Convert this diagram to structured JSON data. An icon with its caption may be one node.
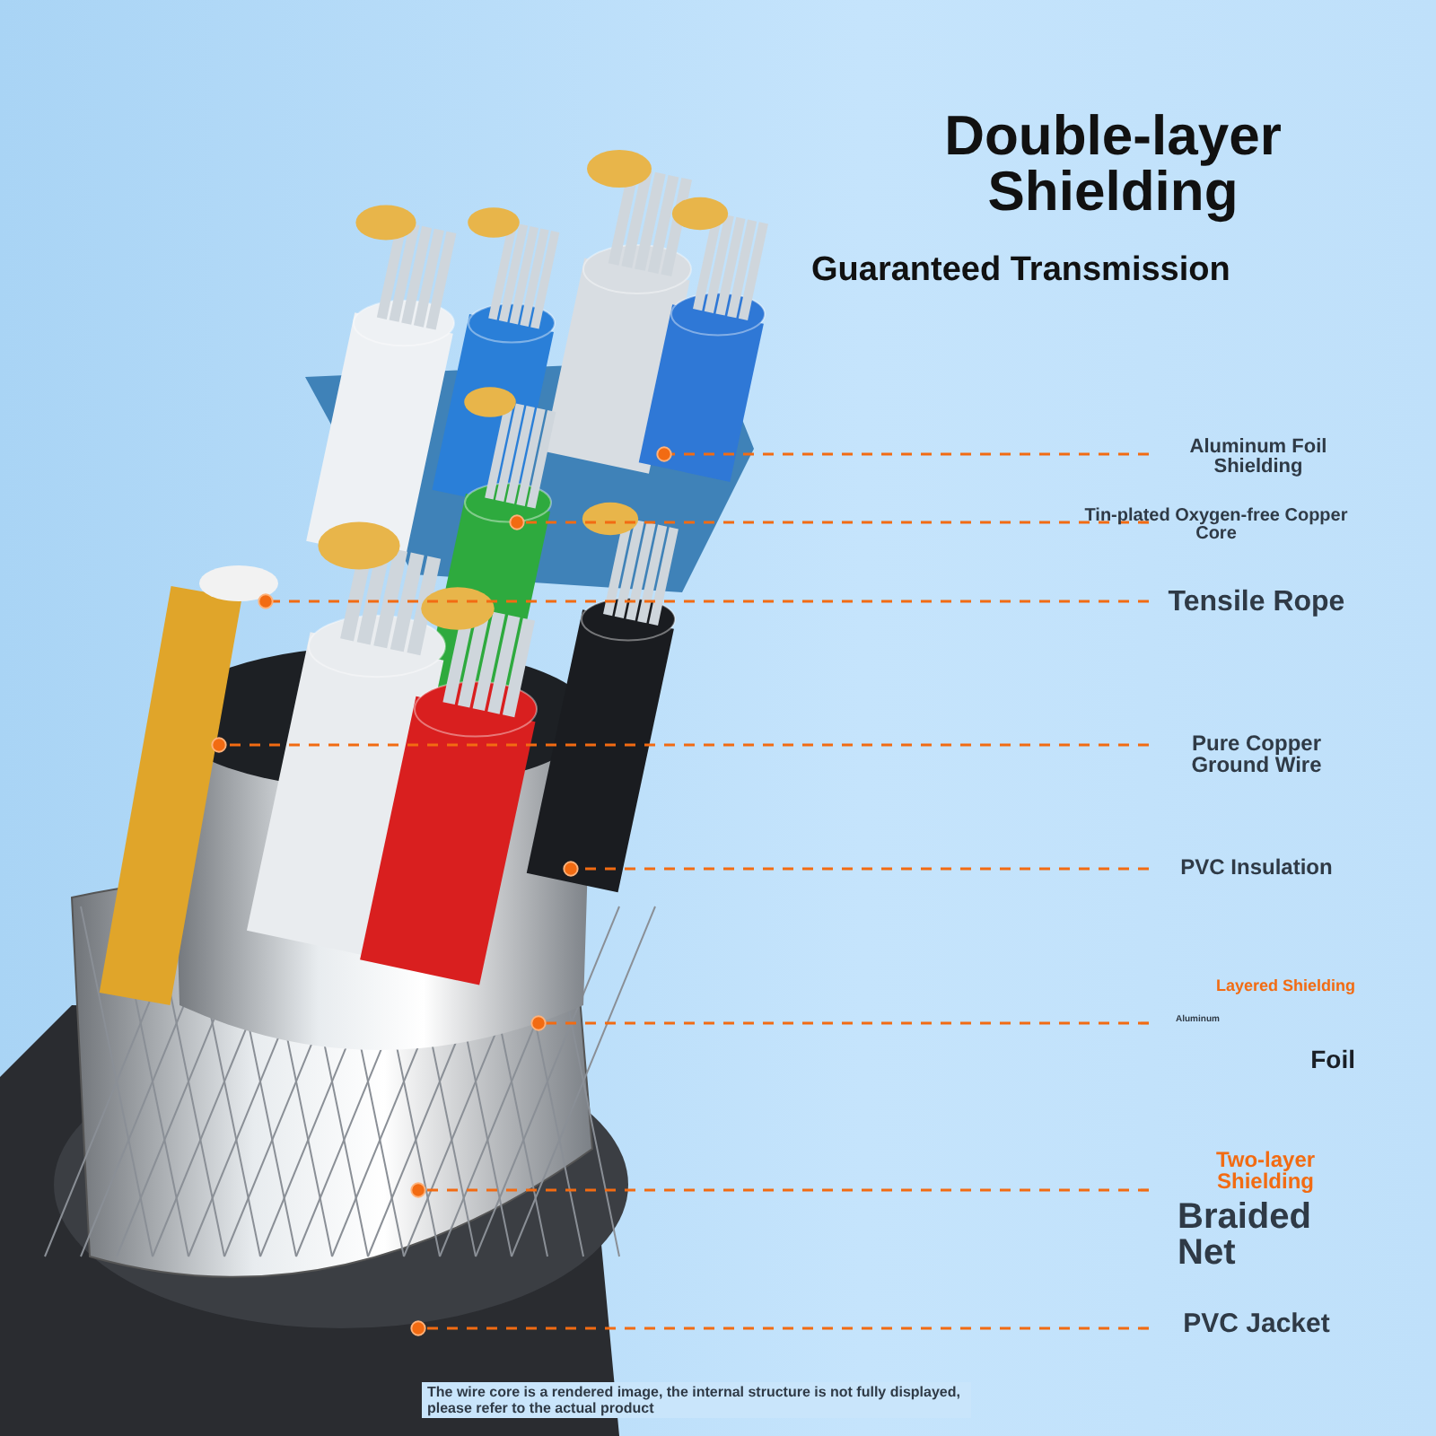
{
  "diagram": {
    "title": "Double-layer Shielding",
    "nodes": [
      {
        "text": [
          "Aluminum Foil Shielding"
        ]
      },
      {
        "text": [
          "Tin-plated Oxygen-free Copper Core"
        ]
      },
      {
        "text": [
          "Tensile Rope"
        ]
      },
      {
        "text": [
          "Pure Copper Ground Wire"
        ]
      },
      {
        "text": [
          "PVC Insulation"
        ]
      },
      {
        "text": [
          "Layered Shielding",
          "Aluminum",
          "Foil"
        ]
      },
      {
        "text": [
          "Two-layer Shielding",
          "Braided Net"
        ]
      },
      {
        "text": [
          "PVC Jacket"
        ]
      }
    ],
    "edges": [
      {
        "from": 0,
        "to": null,
        "arrow": "other"
      },
      {
        "from": 1,
        "to": null,
        "arrow": "other"
      },
      {
        "from": 2,
        "to": null,
        "arrow": "other"
      },
      {
        "from": 3,
        "to": null,
        "arrow": "other"
      },
      {
        "from": 4,
        "to": null,
        "arrow": "other"
      },
      {
        "from": 5,
        "to": null,
        "arrow": "other"
      },
      {
        "from": 6,
        "to": null,
        "arrow": "other"
      },
      {
        "from": 7,
        "to": null,
        "arrow": "other"
      }
    ],
    "labels": [
      "Guaranteed Transmission",
      "The wire core is a rendered image, the internal structure is not fully displayed, please refer to the actual product"
    ]
  }
}
